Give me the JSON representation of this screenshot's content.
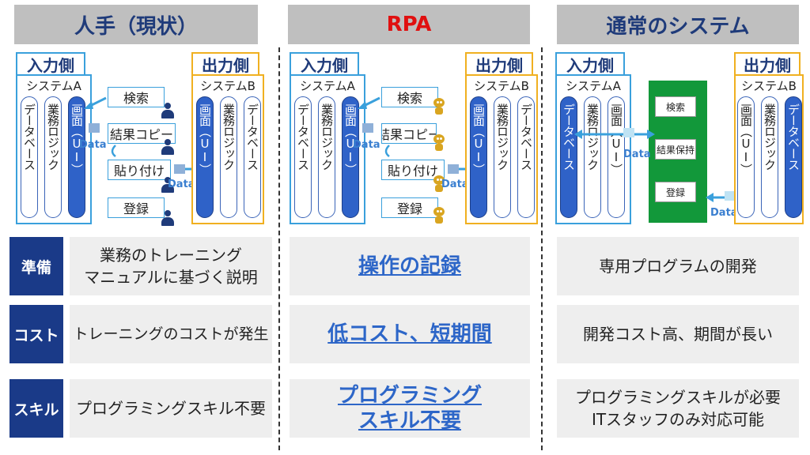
{
  "headers": {
    "manual": "人手（現状）",
    "rpa": "RPA",
    "system": "通常のシステム"
  },
  "diagram": {
    "input_side": "入力側",
    "output_side": "出力側",
    "system_a": "システムA",
    "system_b": "システムB",
    "pill_database": "データベース",
    "pill_logic": "業務ロジック",
    "pill_screen": "画面（UI）",
    "step_search": "検索",
    "step_copy": "結果コピー",
    "step_paste": "貼り付け",
    "step_register": "登録",
    "step_keep": "結果保持",
    "data_label": "Data"
  },
  "rows": [
    {
      "label": "準備",
      "manual": [
        "業務のトレーニング",
        "マニュアルに基づく説明"
      ],
      "rpa": [
        "操作の記録"
      ],
      "system": [
        "専用プログラムの開発"
      ]
    },
    {
      "label": "コスト",
      "manual": [
        "トレーニングのコストが発生"
      ],
      "rpa": [
        "低コスト、短期間"
      ],
      "system": [
        "開発コスト高、期間が長い"
      ]
    },
    {
      "label": "スキル",
      "manual": [
        "プログラミングスキル不要"
      ],
      "rpa": [
        "プログラミング",
        "スキル不要"
      ],
      "system": [
        "プログラミングスキルが必要",
        "ITスタッフのみ対応可能"
      ]
    }
  ],
  "colors": {
    "header_bg": "#bfbfbf",
    "header_text": "#1f3b7a",
    "rpa_header": "#e01010",
    "row_label_bg": "#1a3a88",
    "rpa_text": "#2d66c8",
    "input_border": "#3aa0dc",
    "output_border": "#f0b020",
    "system_green": "#12983a"
  }
}
